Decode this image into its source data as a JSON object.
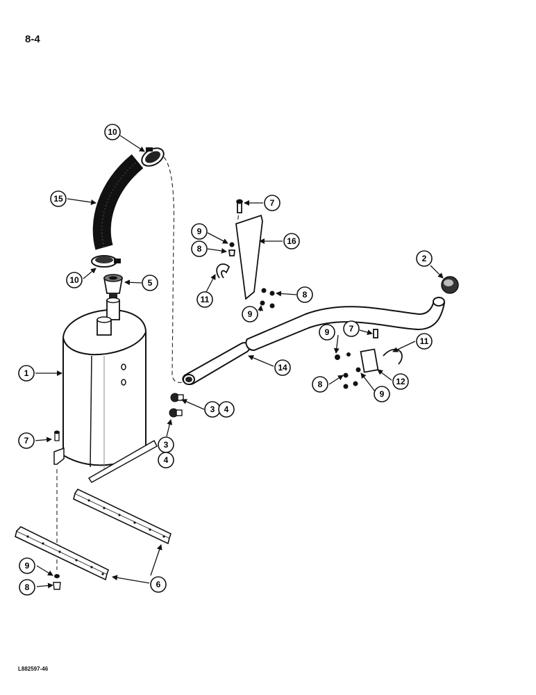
{
  "page_number": "8-4",
  "figure_ref": "L882597-46",
  "callouts": [
    {
      "id": "c-10-top",
      "label": "10"
    },
    {
      "id": "c-15",
      "label": "15"
    },
    {
      "id": "c-10-mid",
      "label": "10"
    },
    {
      "id": "c-5",
      "label": "5"
    },
    {
      "id": "c-1",
      "label": "1"
    },
    {
      "id": "c-7-left",
      "label": "7"
    },
    {
      "id": "c-3-a",
      "label": "3"
    },
    {
      "id": "c-4-a",
      "label": "4"
    },
    {
      "id": "c-3-b",
      "label": "3"
    },
    {
      "id": "c-4-b",
      "label": "4"
    },
    {
      "id": "c-6",
      "label": "6"
    },
    {
      "id": "c-9-left",
      "label": "9"
    },
    {
      "id": "c-8-left",
      "label": "8"
    },
    {
      "id": "c-7-top",
      "label": "7"
    },
    {
      "id": "c-9-top",
      "label": "9"
    },
    {
      "id": "c-8-top",
      "label": "8"
    },
    {
      "id": "c-16",
      "label": "16"
    },
    {
      "id": "c-11-top",
      "label": "11"
    },
    {
      "id": "c-8-mid",
      "label": "8"
    },
    {
      "id": "c-9-mid",
      "label": "9"
    },
    {
      "id": "c-2",
      "label": "2"
    },
    {
      "id": "c-14",
      "label": "14"
    },
    {
      "id": "c-9-right",
      "label": "9"
    },
    {
      "id": "c-7-right",
      "label": "7"
    },
    {
      "id": "c-11-right",
      "label": "11"
    },
    {
      "id": "c-12",
      "label": "12"
    },
    {
      "id": "c-8-right",
      "label": "8"
    },
    {
      "id": "c-9-right2",
      "label": "9"
    }
  ]
}
